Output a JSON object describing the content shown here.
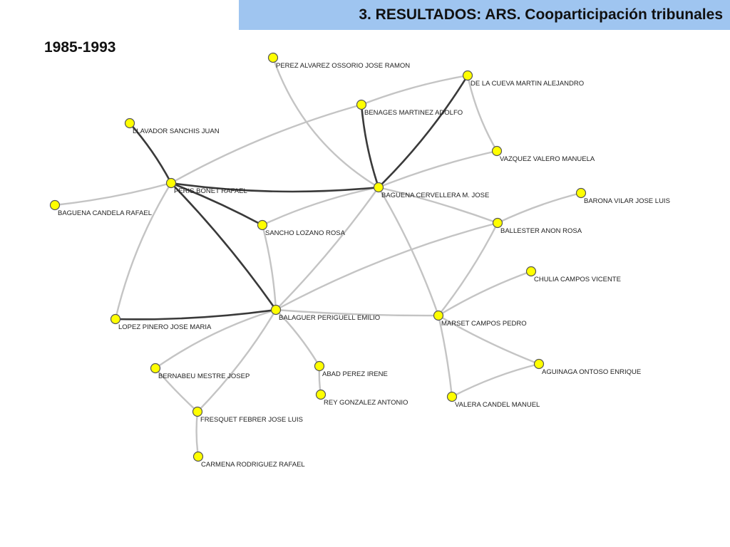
{
  "header": {
    "title": "3. RESULTADOS: ARS. Cooparticipación tribunales"
  },
  "period_label": "1985-1993",
  "colors": {
    "title_bar": "#9fc5f0",
    "node_fill": "#ffff00",
    "weak_tie": "#c4c4c4",
    "strong_tie": "#3a3a3a"
  },
  "network": {
    "nodes": [
      {
        "id": "perez_alvarez",
        "label": "PEREZ ALVAREZ OSSORIO JOSE RAMON"
      },
      {
        "id": "de_la_cueva",
        "label": "DE LA CUEVA MARTIN ALEJANDRO"
      },
      {
        "id": "benages",
        "label": "BENAGES MARTINEZ ADOLFO"
      },
      {
        "id": "llavador",
        "label": "LLAVADOR SANCHIS JUAN"
      },
      {
        "id": "vazquez",
        "label": "VAZQUEZ VALERO MANUELA"
      },
      {
        "id": "peris",
        "label": "PERIS BONET RAFAEL"
      },
      {
        "id": "baguena_cervellera",
        "label": "BAGUENA CERVELLERA M. JOSE"
      },
      {
        "id": "barona",
        "label": "BARONA VILAR JOSE LUIS"
      },
      {
        "id": "baguena_candela",
        "label": "BAGUENA CANDELA RAFAEL"
      },
      {
        "id": "ballester",
        "label": "BALLESTER ANON ROSA"
      },
      {
        "id": "sancho",
        "label": "SANCHO LOZANO ROSA"
      },
      {
        "id": "chulia",
        "label": "CHULIA CAMPOS VICENTE"
      },
      {
        "id": "balaguer",
        "label": "BALAGUER PERIGUELL EMILIO"
      },
      {
        "id": "lopez_pinero",
        "label": "LOPEZ PINERO JOSE MARIA"
      },
      {
        "id": "marset",
        "label": "MARSET CAMPOS PEDRO"
      },
      {
        "id": "aguinaga",
        "label": "AGUINAGA ONTOSO ENRIQUE"
      },
      {
        "id": "bernabeu",
        "label": "BERNABEU MESTRE JOSEP"
      },
      {
        "id": "abad",
        "label": "ABAD PEREZ IRENE"
      },
      {
        "id": "rey",
        "label": "REY GONZALEZ ANTONIO"
      },
      {
        "id": "valera",
        "label": "VALERA CANDEL MANUEL"
      },
      {
        "id": "fresquet",
        "label": "FRESQUET FEBRER JOSE LUIS"
      },
      {
        "id": "carmena",
        "label": "CARMENA RODRIGUEZ RAFAEL"
      }
    ],
    "edges": [
      {
        "source": "llavador",
        "target": "peris",
        "tie": "strong"
      },
      {
        "source": "benages",
        "target": "baguena_cervellera",
        "tie": "strong"
      },
      {
        "source": "de_la_cueva",
        "target": "baguena_cervellera",
        "tie": "strong"
      },
      {
        "source": "peris",
        "target": "baguena_cervellera",
        "tie": "strong"
      },
      {
        "source": "peris",
        "target": "sancho",
        "tie": "strong"
      },
      {
        "source": "peris",
        "target": "balaguer",
        "tie": "strong"
      },
      {
        "source": "lopez_pinero",
        "target": "balaguer",
        "tie": "strong"
      },
      {
        "source": "perez_alvarez",
        "target": "baguena_cervellera",
        "tie": "weak"
      },
      {
        "source": "benages",
        "target": "de_la_cueva",
        "tie": "weak"
      },
      {
        "source": "de_la_cueva",
        "target": "vazquez",
        "tie": "weak"
      },
      {
        "source": "benages",
        "target": "peris",
        "tie": "weak"
      },
      {
        "source": "vazquez",
        "target": "baguena_cervellera",
        "tie": "weak"
      },
      {
        "source": "baguena_candela",
        "target": "peris",
        "tie": "weak"
      },
      {
        "source": "peris",
        "target": "lopez_pinero",
        "tie": "weak"
      },
      {
        "source": "baguena_cervellera",
        "target": "sancho",
        "tie": "weak"
      },
      {
        "source": "baguena_cervellera",
        "target": "ballester",
        "tie": "weak"
      },
      {
        "source": "baguena_cervellera",
        "target": "balaguer",
        "tie": "weak"
      },
      {
        "source": "baguena_cervellera",
        "target": "marset",
        "tie": "weak"
      },
      {
        "source": "barona",
        "target": "ballester",
        "tie": "weak"
      },
      {
        "source": "ballester",
        "target": "balaguer",
        "tie": "weak"
      },
      {
        "source": "ballester",
        "target": "marset",
        "tie": "weak"
      },
      {
        "source": "sancho",
        "target": "balaguer",
        "tie": "weak"
      },
      {
        "source": "chulia",
        "target": "marset",
        "tie": "weak"
      },
      {
        "source": "balaguer",
        "target": "marset",
        "tie": "weak"
      },
      {
        "source": "balaguer",
        "target": "bernabeu",
        "tie": "weak"
      },
      {
        "source": "balaguer",
        "target": "abad",
        "tie": "weak"
      },
      {
        "source": "balaguer",
        "target": "fresquet",
        "tie": "weak"
      },
      {
        "source": "marset",
        "target": "aguinaga",
        "tie": "weak"
      },
      {
        "source": "marset",
        "target": "valera",
        "tie": "weak"
      },
      {
        "source": "aguinaga",
        "target": "valera",
        "tie": "weak"
      },
      {
        "source": "abad",
        "target": "rey",
        "tie": "weak"
      },
      {
        "source": "bernabeu",
        "target": "fresquet",
        "tie": "weak"
      },
      {
        "source": "fresquet",
        "target": "carmena",
        "tie": "weak"
      }
    ]
  }
}
